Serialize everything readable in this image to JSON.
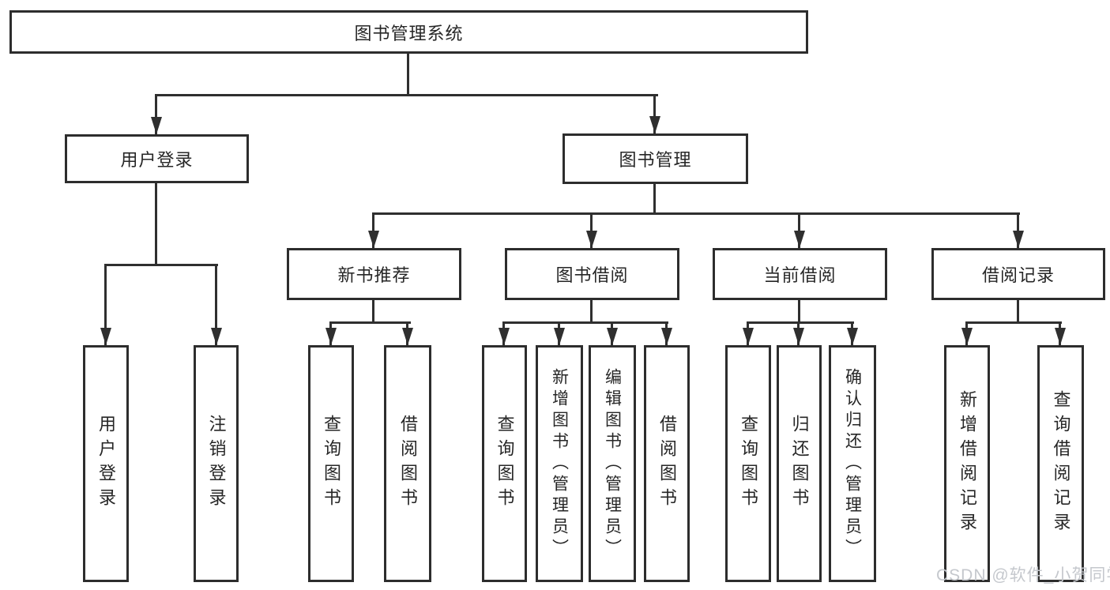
{
  "diagram": {
    "tree": {
      "root": {
        "label": "图书管理系统"
      },
      "level1": [
        {
          "label": "用户登录",
          "children": [
            {
              "label": "用户登录"
            },
            {
              "label": "注销登录"
            }
          ]
        },
        {
          "label": "图书管理",
          "children": [
            {
              "label": "新书推荐",
              "children": [
                {
                  "label": "查询图书"
                },
                {
                  "label": "借阅图书"
                }
              ]
            },
            {
              "label": "图书借阅",
              "children": [
                {
                  "label": "查询图书"
                },
                {
                  "label": "新增图书（管理员）"
                },
                {
                  "label": "编辑图书（管理员）"
                },
                {
                  "label": "借阅图书"
                }
              ]
            },
            {
              "label": "当前借阅",
              "children": [
                {
                  "label": "查询图书"
                },
                {
                  "label": "归还图书"
                },
                {
                  "label": "确认归还（管理员）"
                }
              ]
            },
            {
              "label": "借阅记录",
              "children": [
                {
                  "label": "新增借阅记录"
                },
                {
                  "label": "查询借阅记录"
                }
              ]
            }
          ]
        }
      ]
    }
  },
  "watermark": {
    "text": "CSDN @软件_小贺同学",
    "color": "#c5c8cd"
  },
  "colors": {
    "line": "#2f2f2f",
    "box_border": "#2d2d2d",
    "box_background": "#ffffff",
    "text": "#262626"
  }
}
